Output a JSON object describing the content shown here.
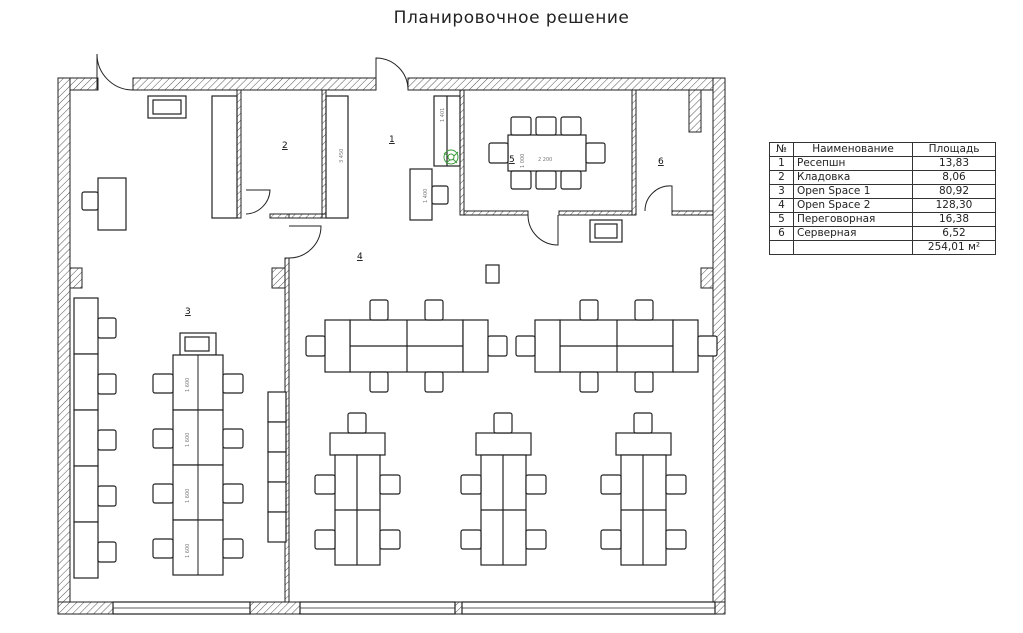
{
  "title": "Планировочное решение",
  "rooms": [
    {
      "num": "1"
    },
    {
      "num": "2"
    },
    {
      "num": "3"
    },
    {
      "num": "4"
    },
    {
      "num": "5"
    },
    {
      "num": "6"
    }
  ],
  "dimensions": {
    "storage_height": "3 450",
    "sofa": "1 401",
    "reception_desk": "1 400",
    "meeting_table_width": "1 000",
    "meeting_table_length": "2 200",
    "desk_module": "1 600"
  },
  "legend": {
    "headers": [
      "№",
      "Наименование",
      "Площадь"
    ],
    "rows": [
      {
        "num": "1",
        "name": "Ресепшн",
        "area": "13,83"
      },
      {
        "num": "2",
        "name": "Кладовка",
        "area": "8,06"
      },
      {
        "num": "3",
        "name": "Open Space 1",
        "area": "80,92"
      },
      {
        "num": "4",
        "name": "Open Space 2",
        "area": "128,30"
      },
      {
        "num": "5",
        "name": "Переговорная",
        "area": "16,38"
      },
      {
        "num": "6",
        "name": "Серверная",
        "area": "6,52"
      }
    ],
    "total": "254,01 м²"
  },
  "colors": {
    "line": "#222222",
    "plant": "#3a9a3a"
  }
}
